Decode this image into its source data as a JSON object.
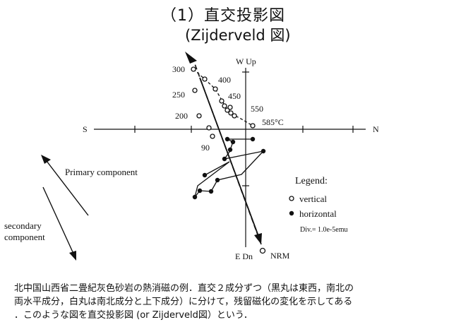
{
  "title": {
    "line1": "（1）直交投影図",
    "line2": "(Zijderveld 図)"
  },
  "axes": {
    "top": "W Up",
    "bottom": "E Dn",
    "left": "S",
    "right": "N"
  },
  "step_labels": {
    "s300": "300",
    "s400": "400",
    "s250": "250",
    "s450": "450",
    "s550": "550",
    "s200": "200",
    "s585": "585°C",
    "s90": "90",
    "nrm": "NRM"
  },
  "legend": {
    "title": "Legend:",
    "vertical": "vertical",
    "horizontal": "horizontal",
    "div": "Div.= 1.0e-5emu"
  },
  "components": {
    "primary": "Primary component",
    "secondary_line1": "secondary",
    "secondary_line2": "component"
  },
  "caption": {
    "text": "北中国山西省二畳紀灰色砂岩の熱消磁の例．直交２成分ずつ（黒丸は東西，南北の\n両水平成分，白丸は南北成分と上下成分）に分けて，残留磁化の変化を示してある\n．このような図を直交投影図 (or Zijderveld図）という．"
  }
}
